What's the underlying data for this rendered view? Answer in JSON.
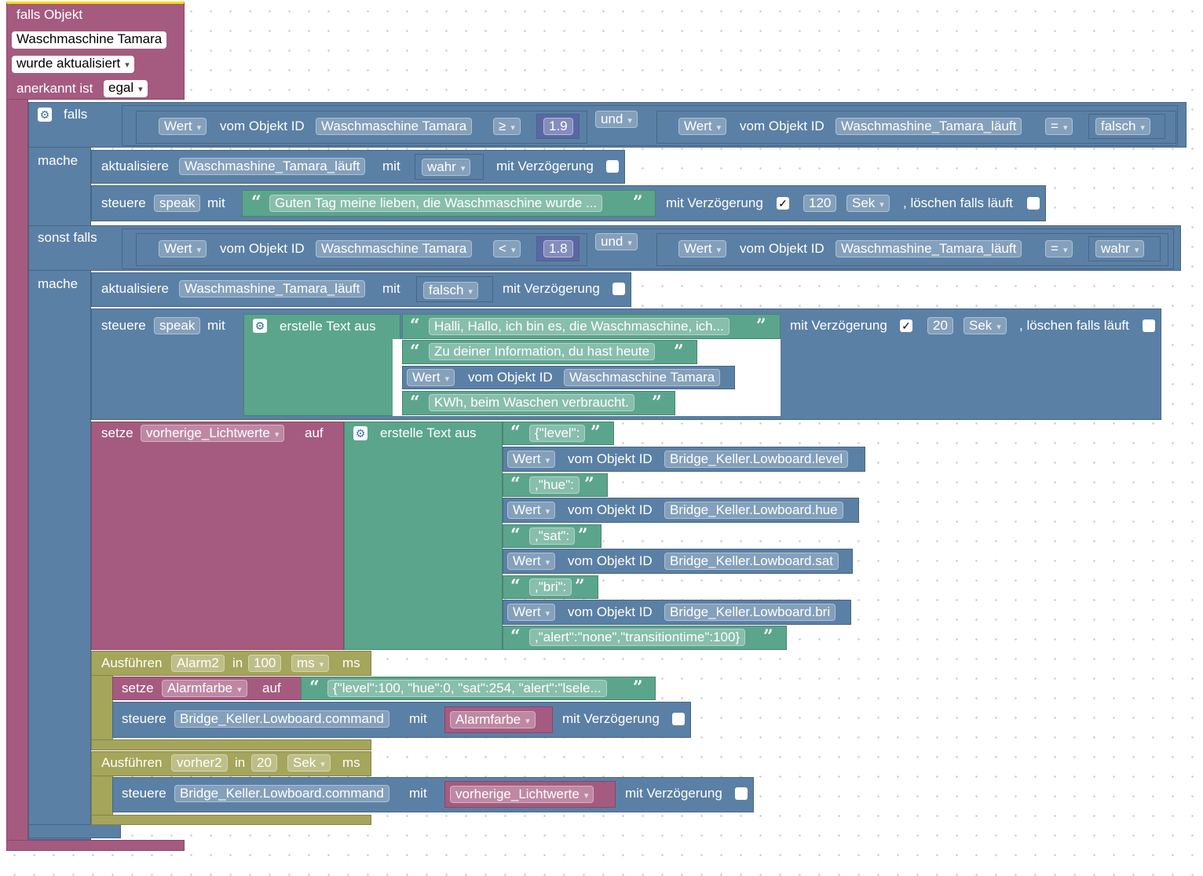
{
  "trigger": {
    "label": "falls Objekt",
    "object": "Waschmaschine Tamara",
    "event": "wurde aktualisiert",
    "ack_label": "anerkannt ist",
    "ack_value": "egal"
  },
  "if1": {
    "falls_label": "falls",
    "mache_label": "mache",
    "left": {
      "value": "Wert",
      "of": "vom Objekt ID",
      "id": "Waschmaschine Tamara",
      "op": "≥",
      "num": "1.9"
    },
    "and": "und",
    "right": {
      "value": "Wert",
      "of": "vom Objekt ID",
      "id": "Waschmashine_Tamara_läuft",
      "op": "=",
      "bool": "falsch"
    },
    "update": {
      "label": "aktualisiere",
      "id": "Waschmashine_Tamara_läuft",
      "mit": "mit",
      "val": "wahr",
      "delay": "mit Verzögerung"
    },
    "control": {
      "label": "steuere",
      "id": "speak",
      "mit": "mit",
      "text": "Guten Tag meine lieben, die Waschmaschine wurde ...",
      "delay": "mit Verzögerung",
      "check": "✓",
      "num": "120",
      "unit": "Sek",
      "clear": ", löschen falls läuft"
    }
  },
  "elseif": {
    "label": "sonst falls",
    "mache_label": "mache",
    "left": {
      "value": "Wert",
      "of": "vom Objekt ID",
      "id": "Waschmaschine Tamara",
      "op": "<",
      "num": "1.8"
    },
    "and": "und",
    "right": {
      "value": "Wert",
      "of": "vom Objekt ID",
      "id": "Waschmashine_Tamara_läuft",
      "op": "=",
      "bool": "wahr"
    },
    "update": {
      "label": "aktualisiere",
      "id": "Waschmashine_Tamara_läuft",
      "mit": "mit",
      "val": "falsch",
      "delay": "mit Verzögerung"
    },
    "control": {
      "label": "steuere",
      "id": "speak",
      "mit": "mit",
      "build": "erstelle Text aus",
      "t1": "Halli, Hallo, ich bin es, die Waschmaschine, ich...",
      "t2": "Zu deiner Information, du hast heute",
      "wert": "Wert",
      "of": "vom Objekt ID",
      "id2": "Waschmaschine Tamara",
      "t3": "KWh, beim Waschen verbraucht.",
      "delay": "mit Verzögerung",
      "check": "✓",
      "num": "20",
      "unit": "Sek",
      "clear": ", löschen falls läuft"
    },
    "setze": {
      "label": "setze",
      "var": "vorherige_Lichtwerte",
      "auf": "auf",
      "build": "erstelle Text aus",
      "s1": "{\"level\":",
      "w1": "Bridge_Keller.Lowboard.level",
      "s2": ",\"hue\":",
      "w2": "Bridge_Keller.Lowboard.hue",
      "s3": ",\"sat\":",
      "w3": "Bridge_Keller.Lowboard.sat",
      "s4": ",\"bri\":",
      "w4": "Bridge_Keller.Lowboard.bri",
      "s5": ",\"alert\":\"none\",\"transitiontime\":100}",
      "wert": "Wert",
      "of": "vom Objekt ID"
    },
    "timer1": {
      "label": "Ausführen",
      "name": "Alarm2",
      "in": "in",
      "num": "100",
      "unit": "ms",
      "unit2": "ms",
      "set_label": "setze",
      "var": "Alarmfarbe",
      "auf": "auf",
      "text": "{\"level\":100, \"hue\":0, \"sat\":254, \"alert\":\"lsele...",
      "ctl": "steuere",
      "id": "Bridge_Keller.Lowboard.command",
      "mit": "mit",
      "val": "Alarmfarbe",
      "delay": "mit Verzögerung"
    },
    "timer2": {
      "label": "Ausführen",
      "name": "vorher2",
      "in": "in",
      "num": "20",
      "unit": "Sek",
      "unit2": "ms",
      "ctl": "steuere",
      "id": "Bridge_Keller.Lowboard.command",
      "mit": "mit",
      "val": "vorherige_Lichtwerte",
      "delay": "mit Verzögerung"
    }
  },
  "colors": {
    "trigger": "#a55b80",
    "logic": "#5b80a5",
    "text": "#5ba58c",
    "timer": "#a5a55b"
  }
}
